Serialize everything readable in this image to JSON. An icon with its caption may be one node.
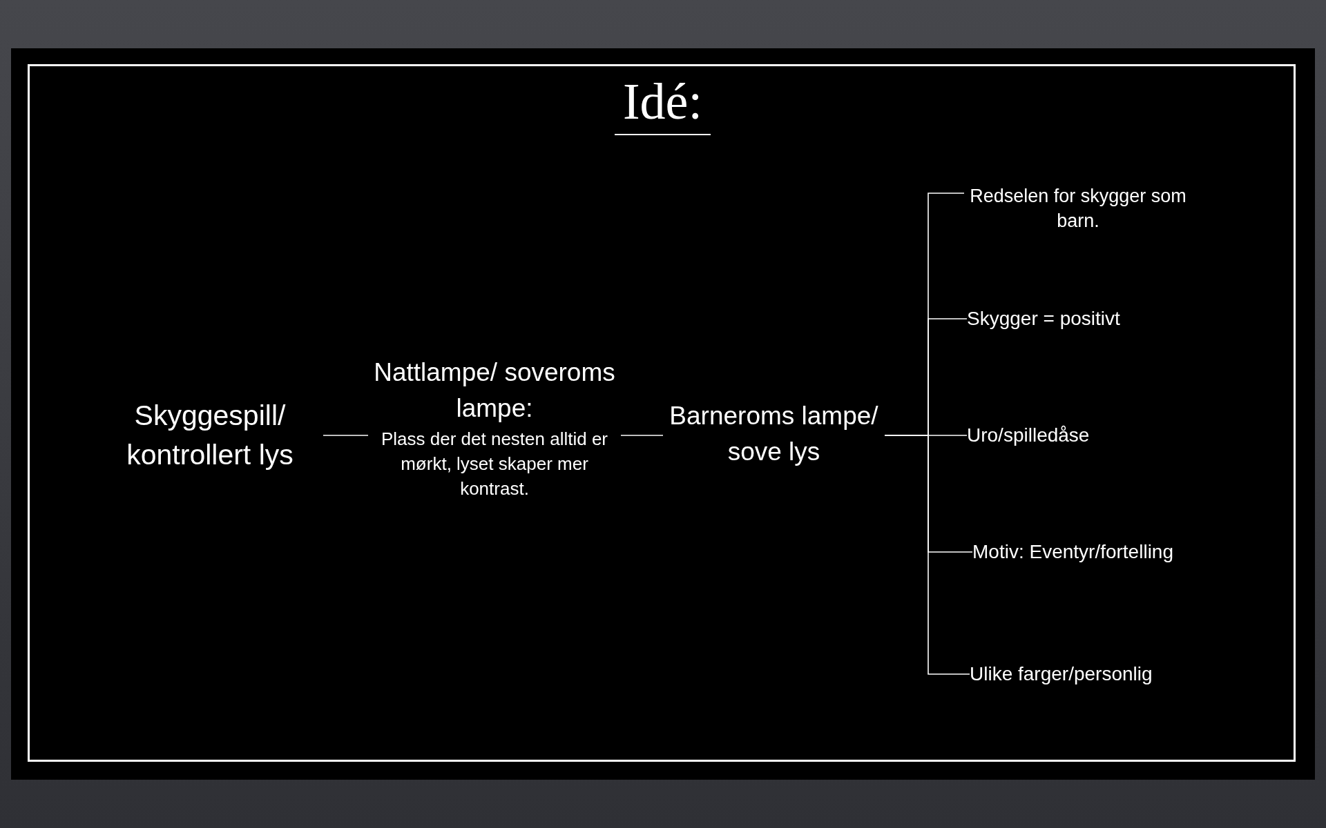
{
  "diagram": {
    "title": "Idé:",
    "nodes": [
      {
        "text": [
          "Skyggespill/ kontrollert lys"
        ]
      },
      {
        "text": [
          "Nattlampe/ soveroms lampe:",
          "Plass der det nesten alltid er mørkt, lyset skaper mer kontrast."
        ]
      },
      {
        "text": [
          "Barneroms lampe/ sove lys"
        ]
      },
      {
        "text": [
          "Redselen for skygger som barn."
        ]
      },
      {
        "text": [
          "Skygger = positivt"
        ]
      },
      {
        "text": [
          "Uro/spilledåse"
        ]
      },
      {
        "text": [
          "Motiv: Eventyr/fortelling"
        ]
      },
      {
        "text": [
          "Ulike farger/personlig"
        ]
      }
    ],
    "edges": [
      {
        "from": 0,
        "to": 1,
        "arrow": "none"
      },
      {
        "from": 1,
        "to": 2,
        "arrow": "none"
      },
      {
        "from": 2,
        "to": 3,
        "arrow": "none"
      },
      {
        "from": 2,
        "to": 4,
        "arrow": "none"
      },
      {
        "from": 2,
        "to": 5,
        "arrow": "none"
      },
      {
        "from": 2,
        "to": 6,
        "arrow": "none"
      },
      {
        "from": 2,
        "to": 7,
        "arrow": "none"
      }
    ]
  }
}
